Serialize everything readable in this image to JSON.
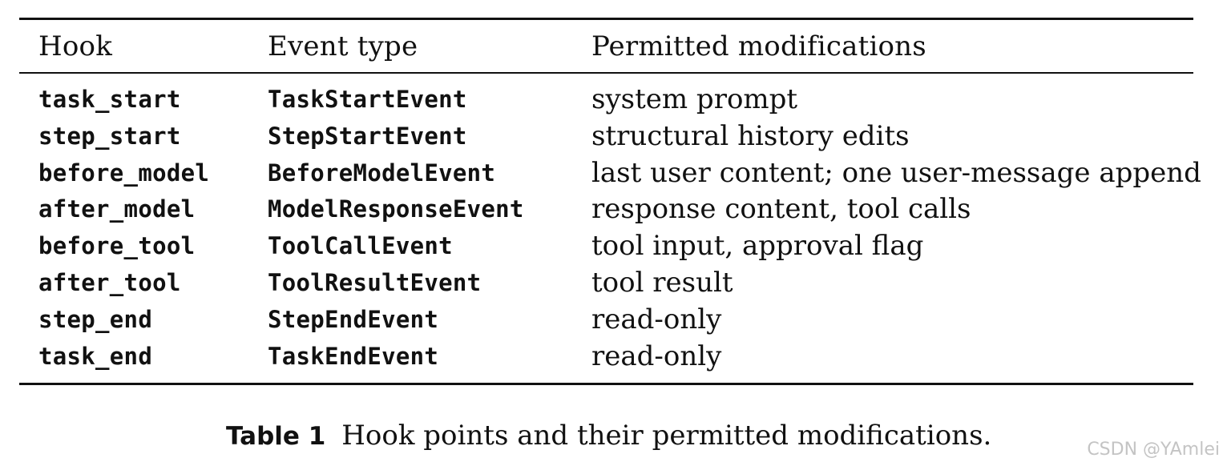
{
  "table": {
    "headers": {
      "hook": "Hook",
      "event_type": "Event type",
      "modifications": "Permitted modifications"
    },
    "rows": [
      {
        "hook": "task_start",
        "event_type": "TaskStartEvent",
        "modifications": "system prompt"
      },
      {
        "hook": "step_start",
        "event_type": "StepStartEvent",
        "modifications": "structural history edits"
      },
      {
        "hook": "before_model",
        "event_type": "BeforeModelEvent",
        "modifications": "last user content; one user-message append"
      },
      {
        "hook": "after_model",
        "event_type": "ModelResponseEvent",
        "modifications": "response content, tool calls"
      },
      {
        "hook": "before_tool",
        "event_type": "ToolCallEvent",
        "modifications": "tool input, approval flag"
      },
      {
        "hook": "after_tool",
        "event_type": "ToolResultEvent",
        "modifications": "tool result"
      },
      {
        "hook": "step_end",
        "event_type": "StepEndEvent",
        "modifications": "read-only"
      },
      {
        "hook": "task_end",
        "event_type": "TaskEndEvent",
        "modifications": "read-only"
      }
    ]
  },
  "caption": {
    "label": "Table 1",
    "text": "Hook points and their permitted modifications."
  },
  "watermark": "CSDN @YAmlei"
}
